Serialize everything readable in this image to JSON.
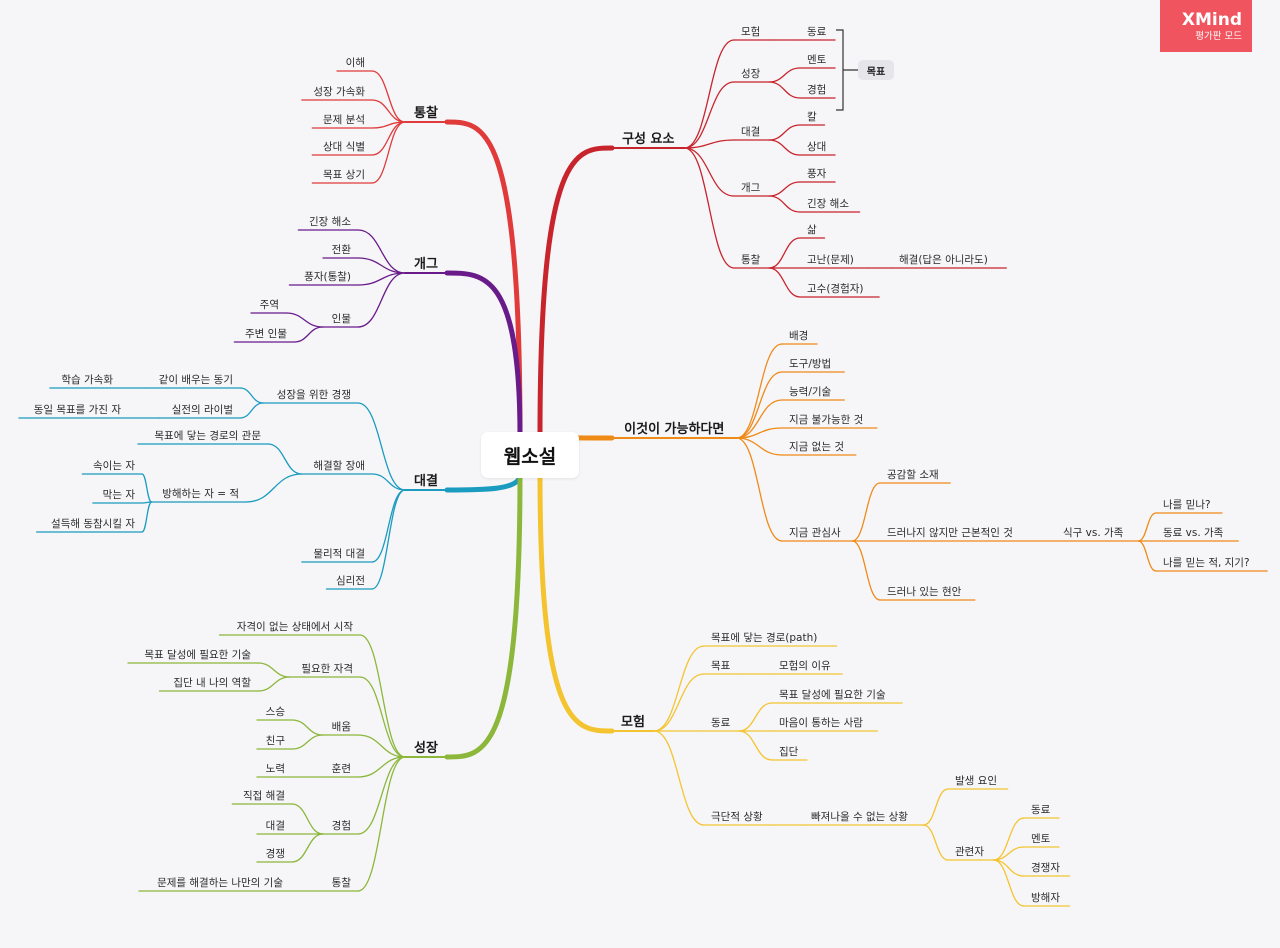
{
  "app": {
    "logo": "XMind",
    "mode": "평가판 모드"
  },
  "central_topic": "웹소설",
  "summary_label": "목표",
  "branches": [
    {
      "key": "tongchal",
      "label": "통찰",
      "color": "#e03a3a",
      "side": "left",
      "children": [
        {
          "label": "이해"
        },
        {
          "label": "성장 가속화"
        },
        {
          "label": "문제 분석"
        },
        {
          "label": "상대 식별"
        },
        {
          "label": "목표 상기"
        }
      ]
    },
    {
      "key": "gag",
      "label": "개그",
      "color": "#6a1b8a",
      "side": "left",
      "children": [
        {
          "label": "긴장 해소"
        },
        {
          "label": "전환"
        },
        {
          "label": "풍자(통찰)"
        },
        {
          "label": "인물",
          "children": [
            {
              "label": "주역"
            },
            {
              "label": "주변 인물"
            }
          ]
        }
      ]
    },
    {
      "key": "daegyeol",
      "label": "대결",
      "color": "#1a9bbf",
      "side": "left",
      "children": [
        {
          "label": "성장을 위한 경쟁",
          "children": [
            {
              "label": "같이 배우는 동기",
              "children": [
                {
                  "label": "학습 가속화"
                }
              ]
            },
            {
              "label": "실전의 라이벌",
              "children": [
                {
                  "label": "동일 목표를 가진 자"
                }
              ]
            }
          ]
        },
        {
          "label": "해결할 장애",
          "children": [
            {
              "label": "목표에 닿는 경로의 관문"
            },
            {
              "label": "방해하는 자 = 적",
              "children": [
                {
                  "label": "속이는 자"
                },
                {
                  "label": "막는 자"
                },
                {
                  "label": "설득해 동참시킬 자"
                }
              ]
            }
          ]
        },
        {
          "label": "물리적 대결"
        },
        {
          "label": "심리전"
        }
      ]
    },
    {
      "key": "seongjang",
      "label": "성장",
      "color": "#8cb73a",
      "side": "left",
      "children": [
        {
          "label": "자격이 없는 상태에서 시작"
        },
        {
          "label": "필요한 자격",
          "children": [
            {
              "label": "목표 달성에 필요한 기술"
            },
            {
              "label": "집단 내 나의 역할"
            }
          ]
        },
        {
          "label": "배움",
          "children": [
            {
              "label": "스승"
            },
            {
              "label": "친구"
            }
          ]
        },
        {
          "label": "훈련",
          "children": [
            {
              "label": "노력"
            }
          ]
        },
        {
          "label": "경험",
          "children": [
            {
              "label": "직접 해결"
            },
            {
              "label": "대결"
            },
            {
              "label": "경쟁"
            }
          ]
        },
        {
          "label": "통찰",
          "children": [
            {
              "label": "문제를 해결하는 나만의 기술"
            }
          ]
        }
      ]
    },
    {
      "key": "guseong",
      "label": "구성 요소",
      "color": "#c8242c",
      "side": "right",
      "children": [
        {
          "label": "모험",
          "children": [
            {
              "label": "동료"
            }
          ]
        },
        {
          "label": "성장",
          "children": [
            {
              "label": "멘토"
            },
            {
              "label": "경험"
            }
          ]
        },
        {
          "label": "대결",
          "children": [
            {
              "label": "칼"
            },
            {
              "label": "상대"
            }
          ]
        },
        {
          "label": "개그",
          "children": [
            {
              "label": "풍자"
            },
            {
              "label": "긴장 해소"
            }
          ]
        },
        {
          "label": "통찰",
          "children": [
            {
              "label": "삶"
            },
            {
              "label": "고난(문제)",
              "children": [
                {
                  "label": "해결(답은 아니라도)"
                }
              ]
            },
            {
              "label": "고수(경험자)"
            }
          ]
        }
      ]
    },
    {
      "key": "ige",
      "label": "이것이 가능하다면",
      "color": "#ef8a17",
      "side": "right",
      "children": [
        {
          "label": "배경"
        },
        {
          "label": "도구/방법"
        },
        {
          "label": "능력/기술"
        },
        {
          "label": "지금 불가능한 것"
        },
        {
          "label": "지금 없는 것"
        },
        {
          "label": "지금 관심사",
          "children": [
            {
              "label": "공감할 소재"
            },
            {
              "label": "드러나지 않지만 근본적인 것",
              "children": [
                {
                  "label": "식구 vs. 가족",
                  "children": [
                    {
                      "label": "나를 믿나?"
                    },
                    {
                      "label": "동료 vs. 가족"
                    },
                    {
                      "label": "나를 믿는 적, 지기?"
                    }
                  ]
                }
              ]
            },
            {
              "label": "드러나 있는 현안"
            }
          ]
        }
      ]
    },
    {
      "key": "moheom",
      "label": "모험",
      "color": "#f4c430",
      "side": "right",
      "children": [
        {
          "label": "목표에 닿는 경로(path)"
        },
        {
          "label": "목표",
          "children": [
            {
              "label": "모험의 이유"
            }
          ]
        },
        {
          "label": "동료",
          "children": [
            {
              "label": "목표 달성에 필요한 기술"
            },
            {
              "label": "마음이 통하는 사람"
            },
            {
              "label": "집단"
            }
          ]
        },
        {
          "label": "극단적 상황",
          "children": [
            {
              "label": "빠져나올 수 없는 상황",
              "children": [
                {
                  "label": "발생 요인"
                },
                {
                  "label": "관련자",
                  "children": [
                    {
                      "label": "동료"
                    },
                    {
                      "label": "멘토"
                    },
                    {
                      "label": "경쟁자"
                    },
                    {
                      "label": "방해자"
                    }
                  ]
                }
              ]
            }
          ]
        }
      ]
    }
  ]
}
